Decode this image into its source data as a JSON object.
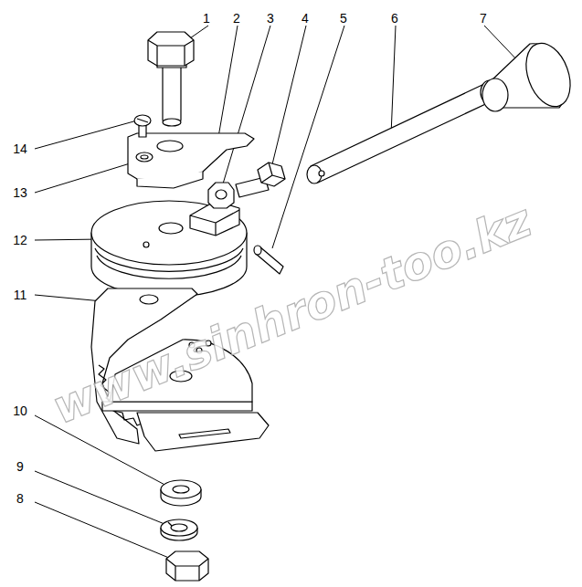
{
  "diagram": {
    "labels": [
      "1",
      "2",
      "3",
      "4",
      "5",
      "6",
      "7",
      "14",
      "13",
      "12",
      "11",
      "10",
      "9",
      "8",
      "www.sinhron-too.kz"
    ]
  }
}
